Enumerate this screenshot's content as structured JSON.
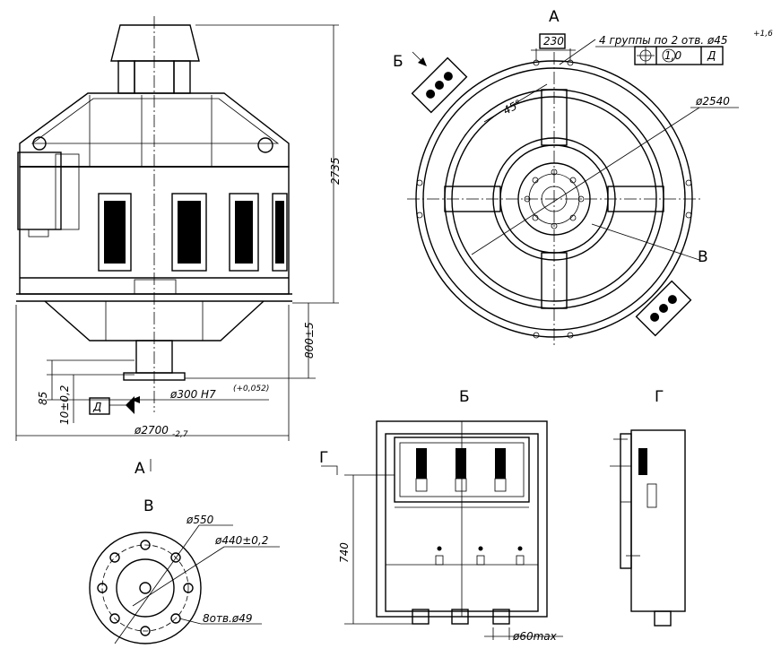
{
  "views": {
    "section_a": "А",
    "section_a_marker": "А",
    "section_b": "Б",
    "section_b_marker": "Б",
    "section_v": "В",
    "section_v_marker": "В",
    "section_g": "Г",
    "section_g_marker": "Г",
    "datum": "Д"
  },
  "dimensions": {
    "height_total": "2735",
    "flange_height": "800±5",
    "shaft_85": "85",
    "shaft_10": "10±0,2",
    "shaft_diameter": "ø300 H7",
    "shaft_tol": "(+0,052)",
    "width_total": "ø2700",
    "width_tol": "-2,7",
    "holes_note": "4 группы по 2 отв. ø45",
    "holes_tol": "+1,6",
    "spacing_230": "230",
    "angle_45": "45°",
    "diameter_2540": "ø2540",
    "tol_pos": "1,0",
    "tol_datum": "Д",
    "flange_550": "ø550",
    "flange_440": "ø440±0,2",
    "flange_holes": "8отв.ø49",
    "box_740": "740",
    "cable_60": "ø60max"
  }
}
